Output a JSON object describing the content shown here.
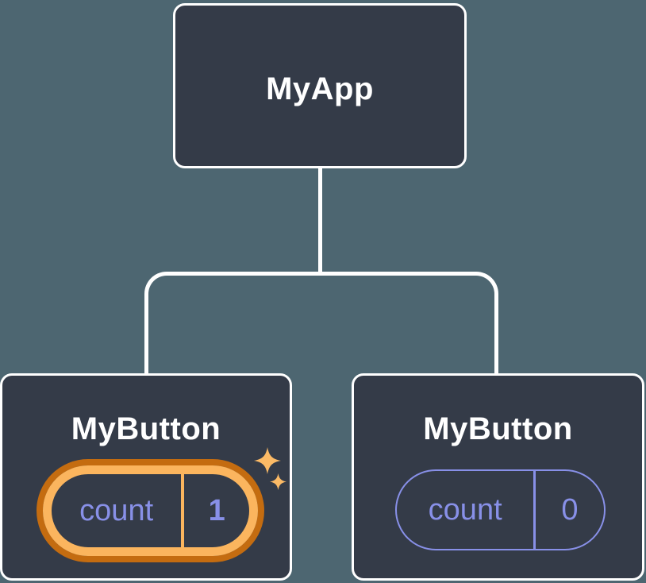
{
  "colors": {
    "background": "#4D6671",
    "node_fill": "#343B48",
    "node_border": "#FFFFFF",
    "connector": "#FFFFFF",
    "state_text": "#8890E8",
    "state_border": "#8890E8",
    "highlight_gold": "#FBB55E",
    "highlight_orange": "#C46C10",
    "sparkle": "#FBBA66",
    "title_text": "#FFFFFF"
  },
  "icons": {
    "sparkle": "✦"
  },
  "tree": {
    "root": {
      "label": "MyApp"
    },
    "children": [
      {
        "label": "MyButton",
        "state": {
          "key": "count",
          "value": "1"
        },
        "highlighted": true
      },
      {
        "label": "MyButton",
        "state": {
          "key": "count",
          "value": "0"
        },
        "highlighted": false
      }
    ]
  }
}
